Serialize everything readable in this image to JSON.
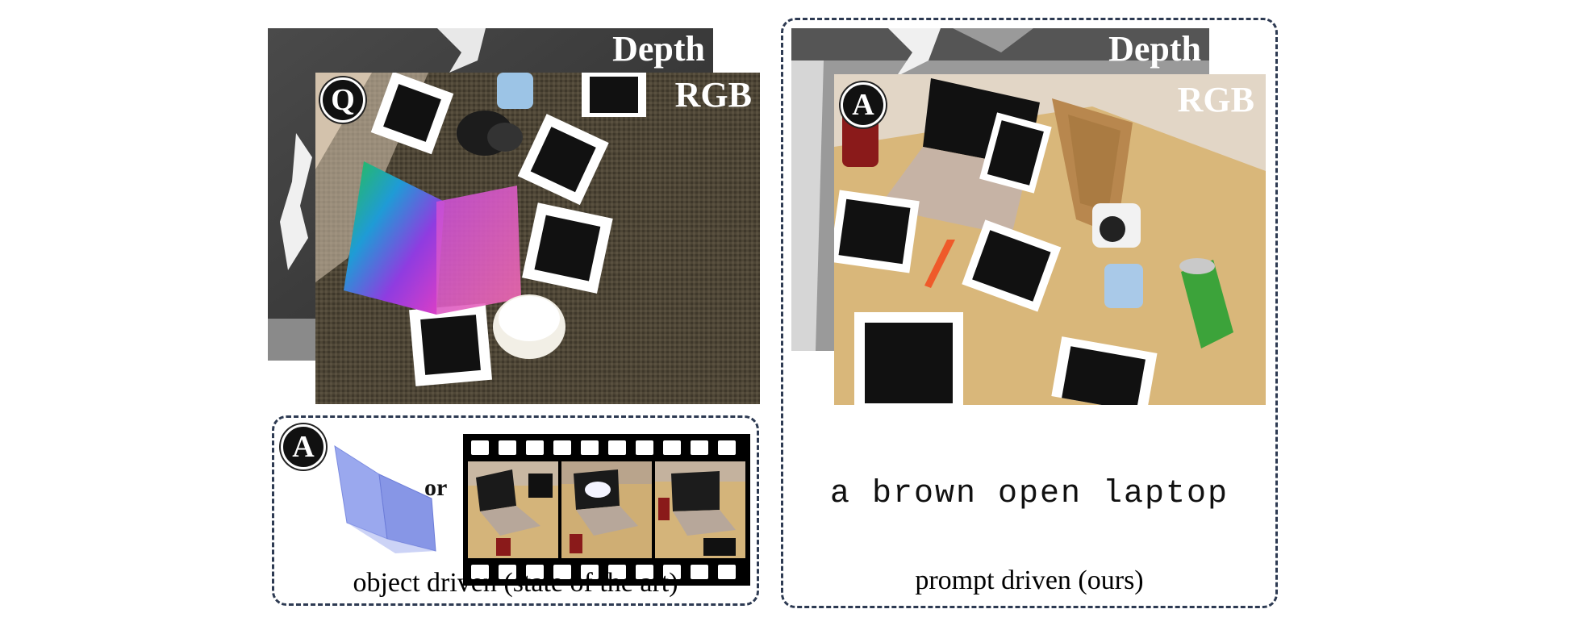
{
  "query_panel": {
    "depth_label": "Depth",
    "rgb_label": "RGB",
    "badge": "Q"
  },
  "object_panel": {
    "badge": "A",
    "or_label": "or",
    "caption": "object driven (state of the art)"
  },
  "prompt_panel": {
    "depth_label": "Depth",
    "rgb_label": "RGB",
    "badge": "A",
    "prompt_text": "a brown open laptop",
    "caption": "prompt driven (ours)"
  },
  "colors": {
    "panel_border": "#2d3a52",
    "carpet": "#4a4232",
    "table": "#d9b77a",
    "wall": "#cdbba5"
  }
}
